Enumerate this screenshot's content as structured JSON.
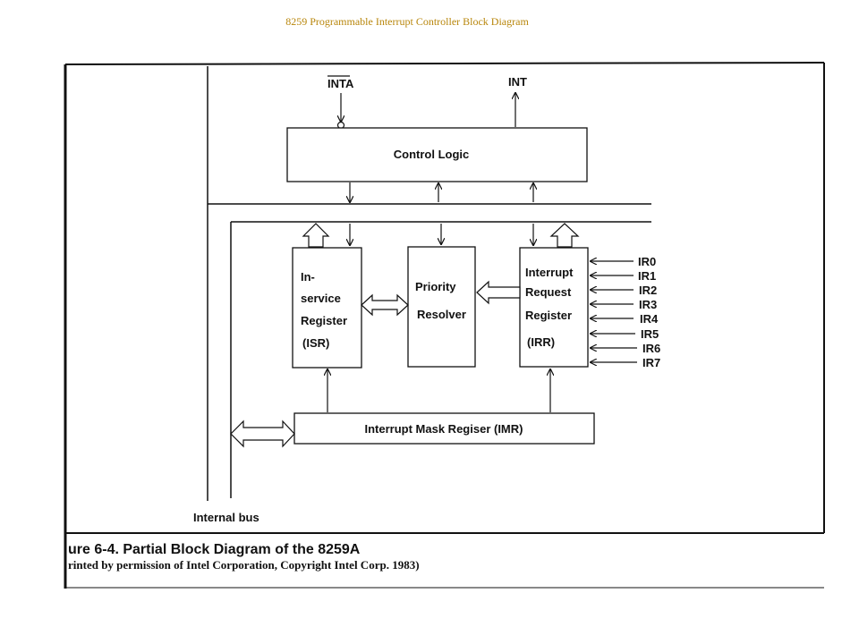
{
  "slide_title": "8259 Programmable Interrupt Controller Block Diagram",
  "signals": {
    "inta": "INTA",
    "int": "INT"
  },
  "blocks": {
    "control_logic": "Control Logic",
    "isr": [
      "In-",
      "service",
      "Register",
      "(ISR)"
    ],
    "priority": [
      "Priority",
      "Resolver"
    ],
    "irr": [
      "Interrupt",
      "Request",
      "Register",
      "(IRR)"
    ],
    "imr": "Interrupt Mask Regiser (IMR)"
  },
  "ir_inputs": [
    "IR0",
    "IR1",
    "IR2",
    "IR3",
    "IR4",
    "IR5",
    "IR6",
    "IR7"
  ],
  "bus_label": "Internal bus",
  "caption": {
    "figure": "ure 6-4. Partial Block Diagram of the 8259A",
    "credit": "rinted by permission of Intel Corporation, Copyright Intel Corp. 1983)"
  }
}
